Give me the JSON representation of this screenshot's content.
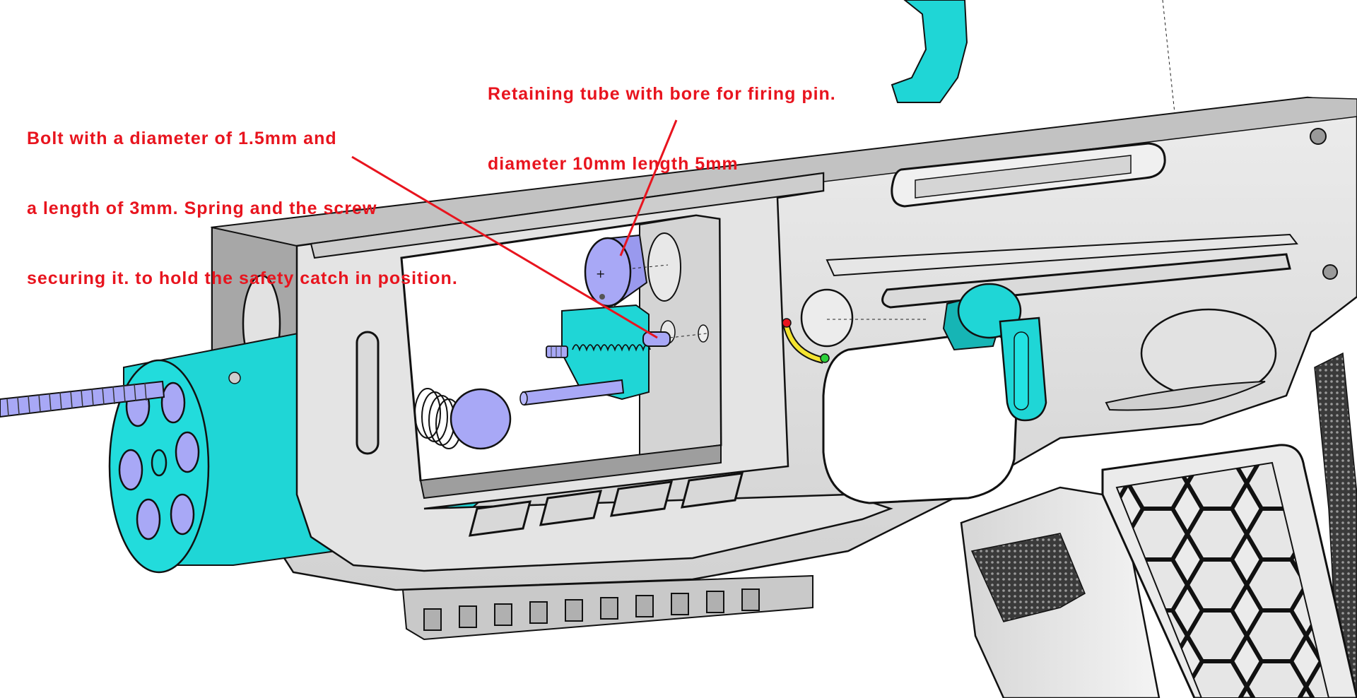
{
  "annotations": {
    "bolt": {
      "lines": [
        "Bolt with a diameter of 1.5mm and",
        "a length of 3mm. Spring and the screw",
        "securing it. to hold the safety catch in position."
      ]
    },
    "tube": {
      "lines": [
        "Retaining tube with bore for firing pin.",
        "diameter 10mm length 5mm"
      ]
    }
  },
  "colors": {
    "annotation_text": "#e8141e",
    "leader_line": "#e8141e",
    "frame_body": "#dcdcdc",
    "frame_shadow": "#a9a9a9",
    "cyan_parts": "#1fd6d6",
    "lavender_parts": "#a8a8f6",
    "outline": "#1a1a1a",
    "background": "#ffffff"
  }
}
